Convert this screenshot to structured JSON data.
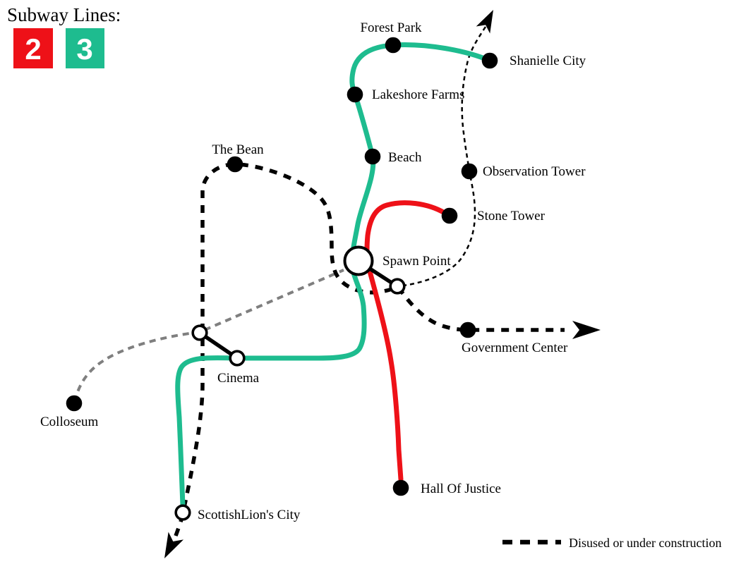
{
  "title": "Subway Lines:",
  "legend": {
    "lines": [
      {
        "number": "2",
        "name": "line-2"
      },
      {
        "number": "3",
        "name": "line-3"
      }
    ],
    "disused_label": "Disused or under construction"
  },
  "colors": {
    "line2": "#ee1118",
    "line3": "#1ebc8f",
    "dashed": "#000000",
    "gray": "#7f7f7f"
  },
  "stations": {
    "forest_park": "Forest Park",
    "shanielle_city": "Shanielle City",
    "lakeshore_farms": "Lakeshore Farms",
    "beach": "Beach",
    "observation_tower": "Observation Tower",
    "stone_tower": "Stone Tower",
    "spawn_point": "Spawn Point",
    "the_bean": "The Bean",
    "government_center": "Government Center",
    "cinema": "Cinema",
    "colloseum": "Colloseum",
    "hall_of_justice": "Hall Of Justice",
    "scottishlions_city": "ScottishLion's City"
  }
}
